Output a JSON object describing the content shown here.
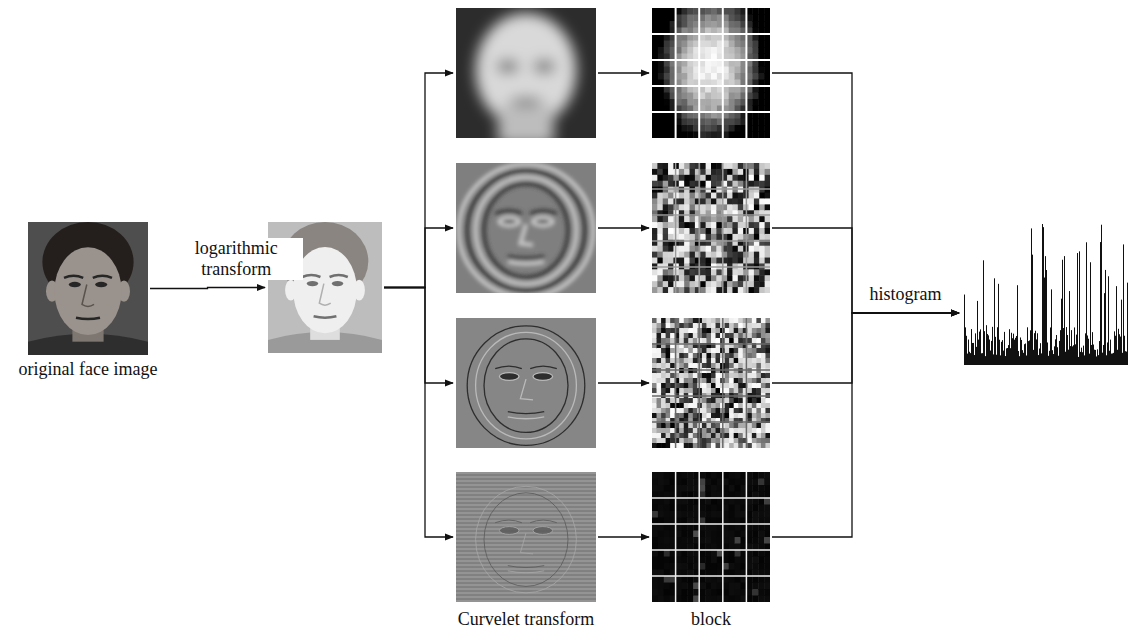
{
  "diagram": {
    "nodes": [
      {
        "text": [
          "original face image"
        ]
      },
      {
        "text": []
      },
      {
        "text": []
      },
      {
        "text": []
      },
      {
        "text": []
      },
      {
        "text": []
      },
      {
        "text": []
      },
      {
        "text": []
      },
      {
        "text": []
      },
      {
        "text": []
      },
      {
        "text": []
      }
    ],
    "edges": [
      {
        "from": 0,
        "to": 1,
        "label": "logarithmic transform",
        "arrow": "to"
      },
      {
        "from": 1,
        "to": 2,
        "arrow": "to"
      },
      {
        "from": 1,
        "to": 3,
        "arrow": "to"
      },
      {
        "from": 1,
        "to": 4,
        "arrow": "to"
      },
      {
        "from": 1,
        "to": 5,
        "arrow": "to"
      },
      {
        "from": 2,
        "to": 6,
        "arrow": "to"
      },
      {
        "from": 3,
        "to": 7,
        "arrow": "to"
      },
      {
        "from": 4,
        "to": 8,
        "arrow": "to"
      },
      {
        "from": 5,
        "to": 9,
        "arrow": "to"
      },
      {
        "from": 6,
        "to": 10,
        "label": "histogram",
        "arrow": "to"
      },
      {
        "from": 7,
        "to": 10,
        "arrow": "to"
      },
      {
        "from": 8,
        "to": 10,
        "arrow": "to"
      },
      {
        "from": 9,
        "to": 10,
        "arrow": "to"
      }
    ],
    "labels": [
      "Curvelet transform",
      "block"
    ]
  }
}
